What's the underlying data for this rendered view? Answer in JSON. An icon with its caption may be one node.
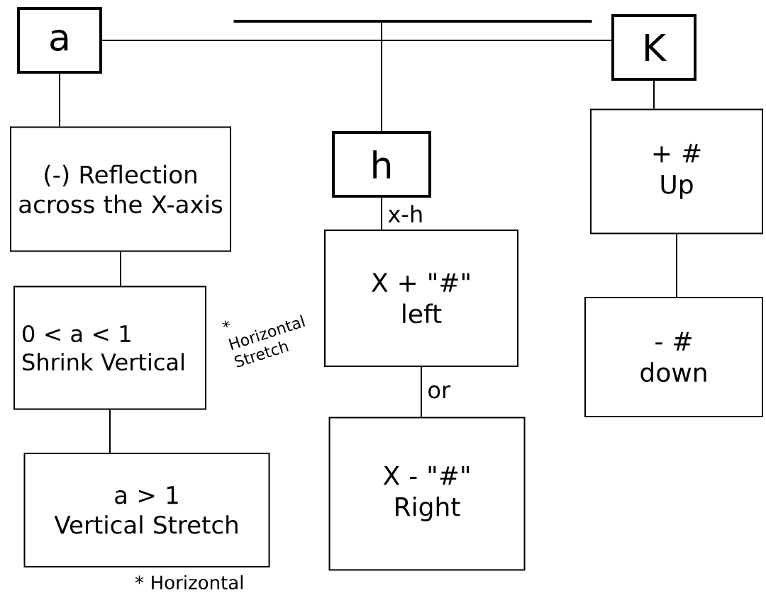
{
  "diagram": {
    "nodes": [
      {
        "text": [],
        "shape": "bar"
      },
      {
        "text": [
          "a"
        ]
      },
      {
        "text": [
          "K"
        ]
      },
      {
        "text": [
          "(-) Reflection across the X-axis"
        ]
      },
      {
        "text": [
          "h"
        ]
      },
      {
        "text": [
          "+ #",
          "Up"
        ]
      },
      {
        "text": [
          "X + \"#\"",
          "left"
        ]
      },
      {
        "text": [
          "0 < a < 1",
          "Shrink Vertical"
        ],
        "beside": [
          "* Horizontal Stretch"
        ]
      },
      {
        "text": [
          "- #",
          "down"
        ]
      },
      {
        "text": [
          "X - \"#\"",
          "Right"
        ]
      },
      {
        "text": [
          "a > 1",
          "Vertical Stretch"
        ],
        "beside": [
          "* Horizontal"
        ]
      }
    ],
    "edges": [
      {
        "from": 1,
        "to": 2,
        "arrow": "none"
      },
      {
        "from": 0,
        "to": 4,
        "arrow": "none"
      },
      {
        "from": 1,
        "to": 3,
        "arrow": "none"
      },
      {
        "from": 3,
        "to": 7,
        "arrow": "none"
      },
      {
        "from": 7,
        "to": 10,
        "arrow": "none"
      },
      {
        "from": 4,
        "to": 6,
        "label": "x-h",
        "arrow": "none"
      },
      {
        "from": 6,
        "to": 9,
        "label": "or",
        "arrow": "none"
      },
      {
        "from": 2,
        "to": 5,
        "arrow": "none"
      },
      {
        "from": 5,
        "to": 8,
        "arrow": "none"
      }
    ]
  }
}
